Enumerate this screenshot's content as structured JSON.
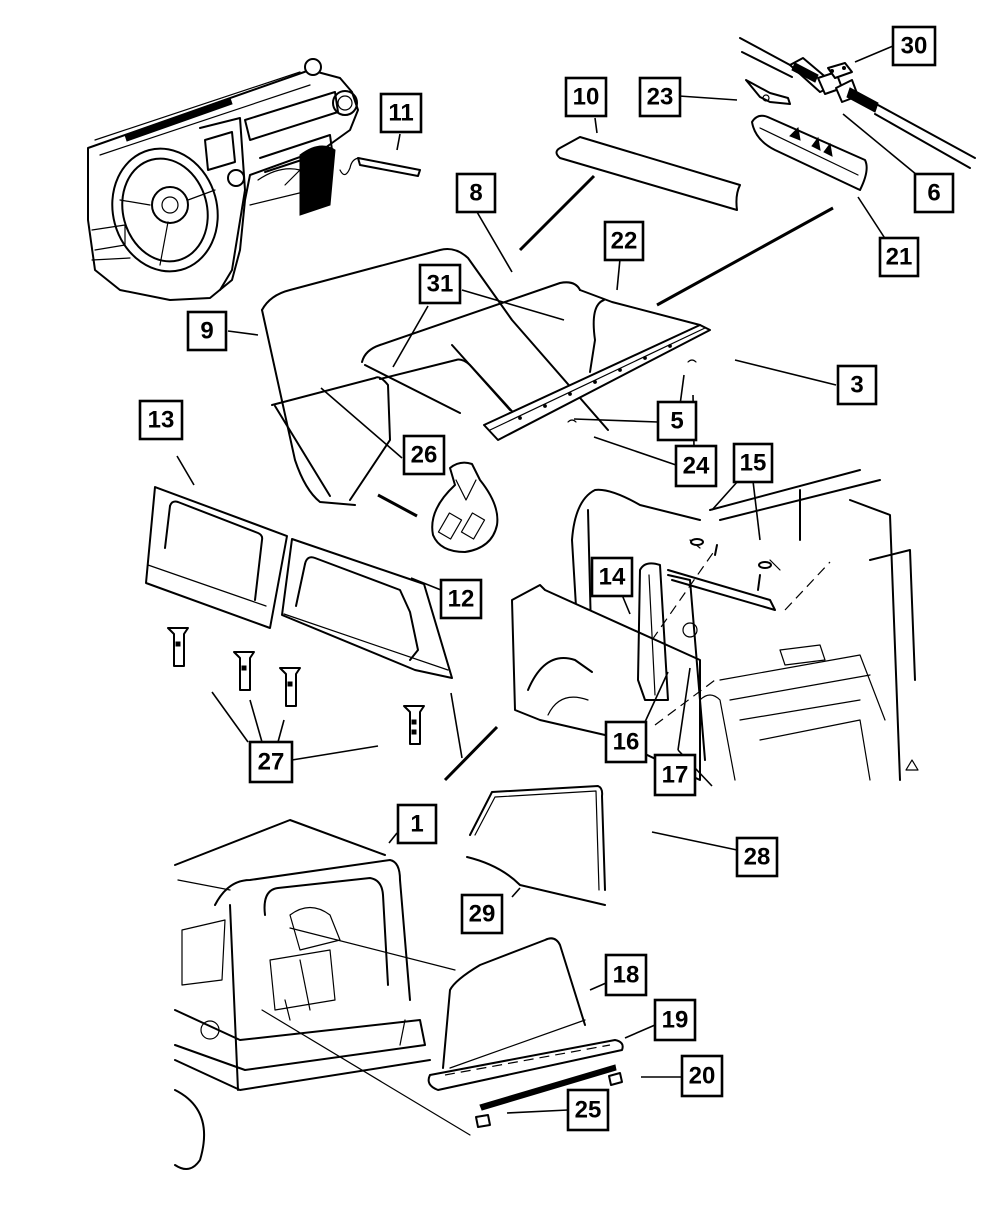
{
  "diagram": {
    "title": "Soft Top and Components Exploded Parts Diagram",
    "callouts": [
      {
        "id": "c1",
        "label": "1",
        "part": "soft-top-assembly"
      },
      {
        "id": "c3",
        "label": "3",
        "part": "top-fabric-panel"
      },
      {
        "id": "c5",
        "label": "5",
        "part": "header-fastener"
      },
      {
        "id": "c6",
        "label": "6",
        "part": "bow-pivot"
      },
      {
        "id": "c8",
        "label": "8",
        "part": "front-bow"
      },
      {
        "id": "c9",
        "label": "9",
        "part": "rear-bow"
      },
      {
        "id": "c10",
        "label": "10",
        "part": "sunrider-panel"
      },
      {
        "id": "c11",
        "label": "11",
        "part": "glove-box-tool"
      },
      {
        "id": "c12",
        "label": "12",
        "part": "right-quarter-window"
      },
      {
        "id": "c13",
        "label": "13",
        "part": "left-quarter-window"
      },
      {
        "id": "c14",
        "label": "14",
        "part": "door-surround-panel"
      },
      {
        "id": "c15",
        "label": "15",
        "part": "retainer-bolts"
      },
      {
        "id": "c16",
        "label": "16",
        "part": "door-seal"
      },
      {
        "id": "c17",
        "label": "17",
        "part": "rear-retainer"
      },
      {
        "id": "c18",
        "label": "18",
        "part": "tailgate-bar"
      },
      {
        "id": "c19",
        "label": "19",
        "part": "tailgate-bar-cover"
      },
      {
        "id": "c20",
        "label": "20",
        "part": "tailgate-clip"
      },
      {
        "id": "c21",
        "label": "21",
        "part": "bow-cover"
      },
      {
        "id": "c22",
        "label": "22",
        "part": "side-rail"
      },
      {
        "id": "c23",
        "label": "23",
        "part": "bow-bracket"
      },
      {
        "id": "c24",
        "label": "24",
        "part": "header-seal"
      },
      {
        "id": "c25",
        "label": "25",
        "part": "tailgate-channel"
      },
      {
        "id": "c26",
        "label": "26",
        "part": "hardware-bag"
      },
      {
        "id": "c27",
        "label": "27",
        "part": "window-clips"
      },
      {
        "id": "c28",
        "label": "28",
        "part": "door-frame-seal"
      },
      {
        "id": "c29",
        "label": "29",
        "part": "lower-seal-strip"
      },
      {
        "id": "c30",
        "label": "30",
        "part": "pivot-plate"
      },
      {
        "id": "c31",
        "label": "31",
        "part": "frame-bows"
      }
    ]
  }
}
